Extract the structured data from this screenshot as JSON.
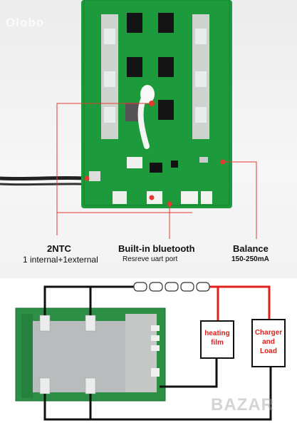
{
  "watermark_top": "Olobo",
  "watermark_bottom": "BAZAR",
  "callouts": {
    "ntc": {
      "title": "2NTC",
      "subtitle": "1 internal+1external"
    },
    "bluetooth": {
      "title": "Built-in bluetooth",
      "subtitle": "Resreve uart port"
    },
    "balance": {
      "title": "Balance",
      "subtitle": "150-250mA"
    }
  },
  "diagram": {
    "heating_film": {
      "line1": "heating",
      "line2": "film"
    },
    "charger_load": {
      "line1": "Charger",
      "line2": "and",
      "line3": "Load"
    }
  },
  "colors": {
    "pcb_green": "#1d9a3c",
    "callout_red": "#e23a32",
    "wire_black": "#111111",
    "wire_red": "#e0201b"
  }
}
